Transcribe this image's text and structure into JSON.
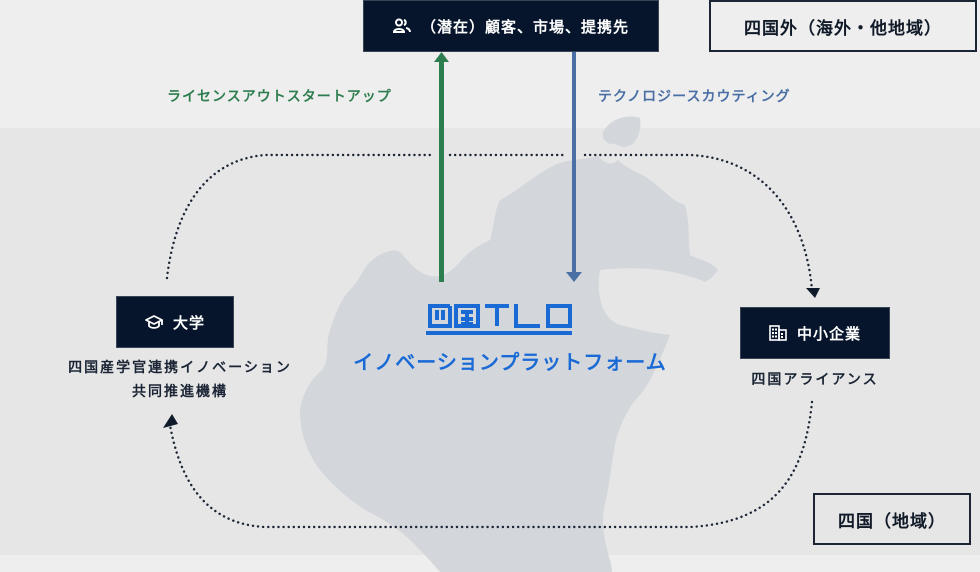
{
  "regions": {
    "outside": "四国外（海外・他地域）",
    "inside": "四国（地域）"
  },
  "top_node": {
    "icon": "users-icon",
    "label": "（潜在）顧客、市場、提携先"
  },
  "flows": {
    "up": {
      "label": "ライセンスアウトスタートアップ",
      "color": "#2e7d4f"
    },
    "down": {
      "label": "テクノロジースカウティング",
      "color": "#4a6fa5"
    }
  },
  "center": {
    "logo": "四国TLO",
    "subtitle": "イノベーションプラットフォーム",
    "color": "#1a6ad6"
  },
  "left_node": {
    "icon": "graduation-cap-icon",
    "label": "大学",
    "caption_line1": "四国産学官連携イノベーション",
    "caption_line2": "共同推進機構"
  },
  "right_node": {
    "icon": "building-icon",
    "label": "中小企業",
    "caption": "四国アライアンス"
  },
  "colors": {
    "dark_box": "#06152b",
    "band": "#e6e6e6",
    "background": "#eeeeee",
    "map": "#d3d7db"
  }
}
